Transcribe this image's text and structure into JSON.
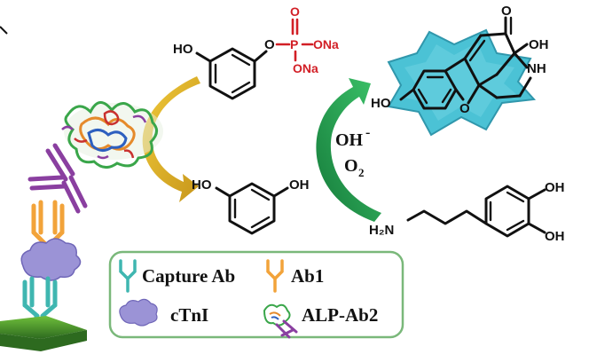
{
  "substrate": {
    "hydroxyl_label": "HO",
    "phosphate_bridge_o": "O",
    "phosphorus": "P",
    "ester_top_o": "O",
    "ona_right": "ONa",
    "ona_bottom": "ONa"
  },
  "resorcinol": {
    "left_oh": "HO",
    "right_oh": "OH"
  },
  "product": {
    "ketone_o": "O",
    "oh_right": "OH",
    "nh_label": "NH",
    "ho_left": "HO",
    "ring_o": "O"
  },
  "dopamine": {
    "amine_label": "H₂N",
    "oh_top": "OH",
    "oh_bottom": "OH"
  },
  "conditions": {
    "hydroxide": "OH",
    "hydroxide_charge": "-",
    "oxygen": "O",
    "oxygen_subscript": "2"
  },
  "legend": {
    "items": [
      {
        "label": "Capture Ab",
        "icon": "capture-antibody-icon",
        "color": "#3fb6b0"
      },
      {
        "label": "Ab1",
        "icon": "ab1-antibody-icon",
        "color": "#f2a33a"
      },
      {
        "label": "cTnI",
        "icon": "ctni-cloud-icon",
        "color": "#9b93d6"
      },
      {
        "label": "ALP-Ab2",
        "icon": "alp-ab2-icon",
        "color": "#8a3fa0"
      }
    ],
    "border_color": "#7ab87a"
  },
  "colors": {
    "phosphate_red": "#d21f26",
    "arrow_gold": "#e3b21f",
    "arrow_green": "#1f9a4a",
    "glow_cyan": "#3cbdd2",
    "substrate_green": "#1f7a2e",
    "antibody_teal": "#3fb6b0",
    "antibody_orange": "#f2a33a",
    "antibody_purple": "#8a3fa0",
    "antigen_lavender": "#9b93d6"
  }
}
